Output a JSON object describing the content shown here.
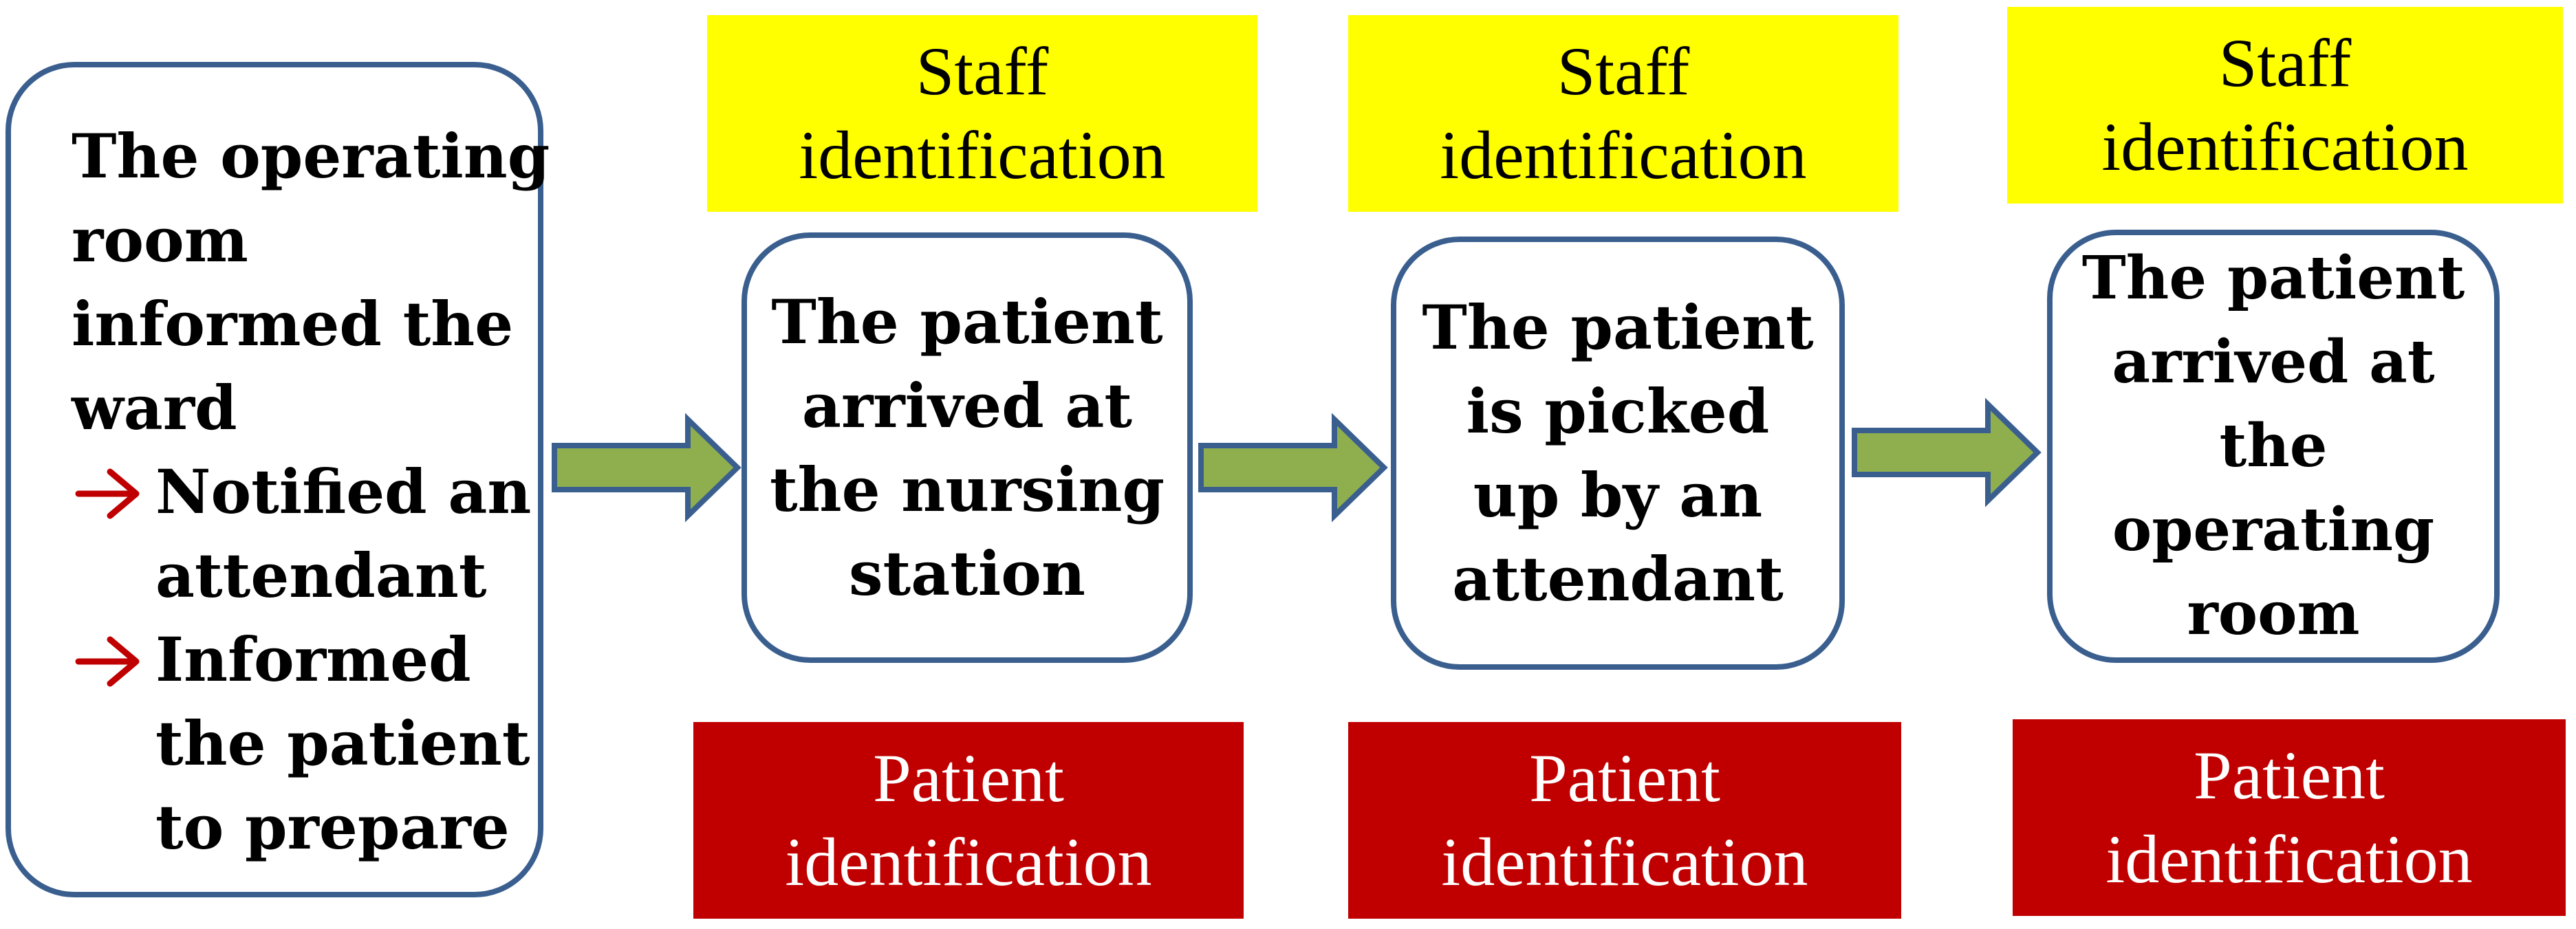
{
  "diagram": {
    "start_box": {
      "lines": [
        "The operating",
        "room",
        "informed the",
        "ward"
      ],
      "steps": [
        {
          "lines": [
            "Notified an",
            "attendant"
          ]
        },
        {
          "lines": [
            "Informed",
            "the patient",
            "to prepare"
          ]
        }
      ]
    },
    "stages": [
      {
        "staff_label": [
          "Staff",
          "identification"
        ],
        "box_lines": [
          "The patient",
          "arrived at",
          "the nursing",
          "station"
        ],
        "patient_label": [
          "Patient",
          "identification"
        ]
      },
      {
        "staff_label": [
          "Staff",
          "identification"
        ],
        "box_lines": [
          "The patient",
          "is picked",
          "up by an",
          "attendant"
        ],
        "patient_label": [
          "Patient",
          "identification"
        ]
      },
      {
        "staff_label": [
          "Staff",
          "identification"
        ],
        "box_lines": [
          "The patient",
          "arrived at",
          "the",
          "operating",
          "room"
        ],
        "patient_label": [
          "Patient",
          "identification"
        ]
      }
    ],
    "colors": {
      "box_border": "#3a5f8f",
      "arrow_fill": "#8faf4f",
      "arrow_stroke": "#3a5f8f",
      "bullet_arrow": "#c00000",
      "staff_bg": "#ffff00",
      "patient_bg": "#c00000"
    }
  }
}
